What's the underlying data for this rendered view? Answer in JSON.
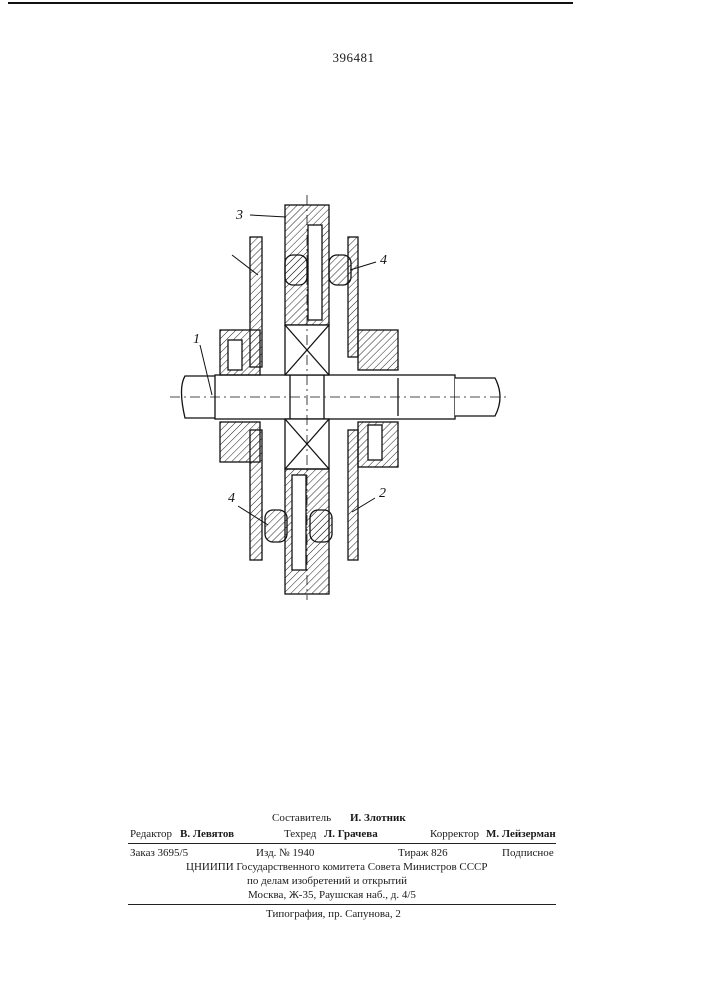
{
  "document": {
    "patent_number": "396481"
  },
  "drawing": {
    "labels": [
      "1",
      "2",
      "3",
      "4",
      "4"
    ]
  },
  "imprint": {
    "composer_label": "Составитель",
    "composer_name": "И. Злотник",
    "editor_label": "Редактор",
    "editor_name": "В. Левятов",
    "techred_label": "Техред",
    "techred_name": "Л. Грачева",
    "corrector_label": "Корректор",
    "corrector_name": "М. Лейзерман",
    "order": "Заказ 3695/5",
    "edition": "Изд. № 1940",
    "print_run": "Тираж 826",
    "subscription": "Подписное",
    "org_line1": "ЦНИИПИ Государственного комитета Совета Министров СССР",
    "org_line2": "по делам изобретений и открытий",
    "org_line3": "Москва, Ж-35, Раушская наб., д. 4/5",
    "printer": "Типография, пр. Сапунова, 2"
  }
}
